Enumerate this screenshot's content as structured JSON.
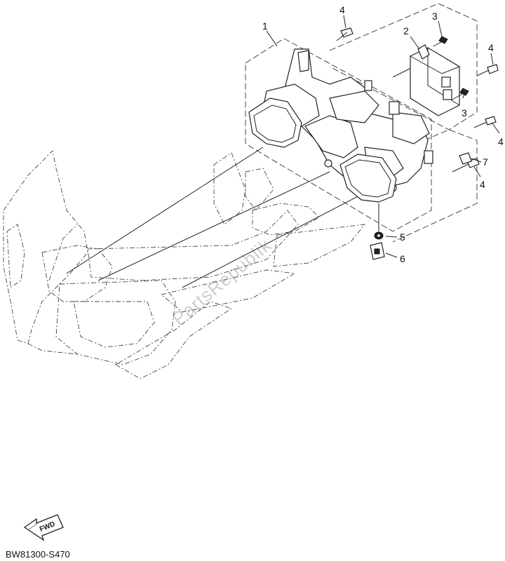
{
  "callouts": [
    {
      "id": "c1",
      "label": "1"
    },
    {
      "id": "c2",
      "label": "2"
    },
    {
      "id": "c3a",
      "label": "3"
    },
    {
      "id": "c3b",
      "label": "3"
    },
    {
      "id": "c4a",
      "label": "4"
    },
    {
      "id": "c4b",
      "label": "4"
    },
    {
      "id": "c4c",
      "label": "4"
    },
    {
      "id": "c4d",
      "label": "4"
    },
    {
      "id": "c5",
      "label": "5"
    },
    {
      "id": "c6",
      "label": "6"
    },
    {
      "id": "c7",
      "label": "7"
    }
  ],
  "fwd_label": "FWD",
  "diagram_code": "BW81300-S470",
  "watermark": "PartsRepublik"
}
